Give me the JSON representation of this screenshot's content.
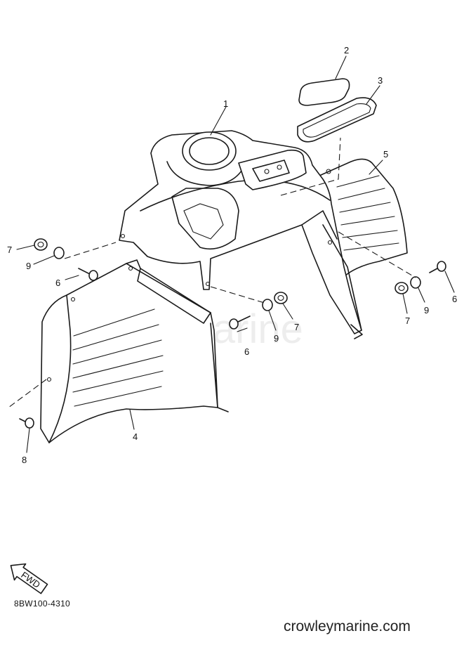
{
  "diagram": {
    "part_code": "8BW100-4310",
    "watermark": "crowleyMarine",
    "site": "crowleymarine.com",
    "fwd_label": "FWD",
    "callouts": [
      "1",
      "2",
      "3",
      "4",
      "5",
      "6",
      "6",
      "6",
      "7",
      "7",
      "7",
      "8",
      "9",
      "9",
      "9"
    ]
  }
}
